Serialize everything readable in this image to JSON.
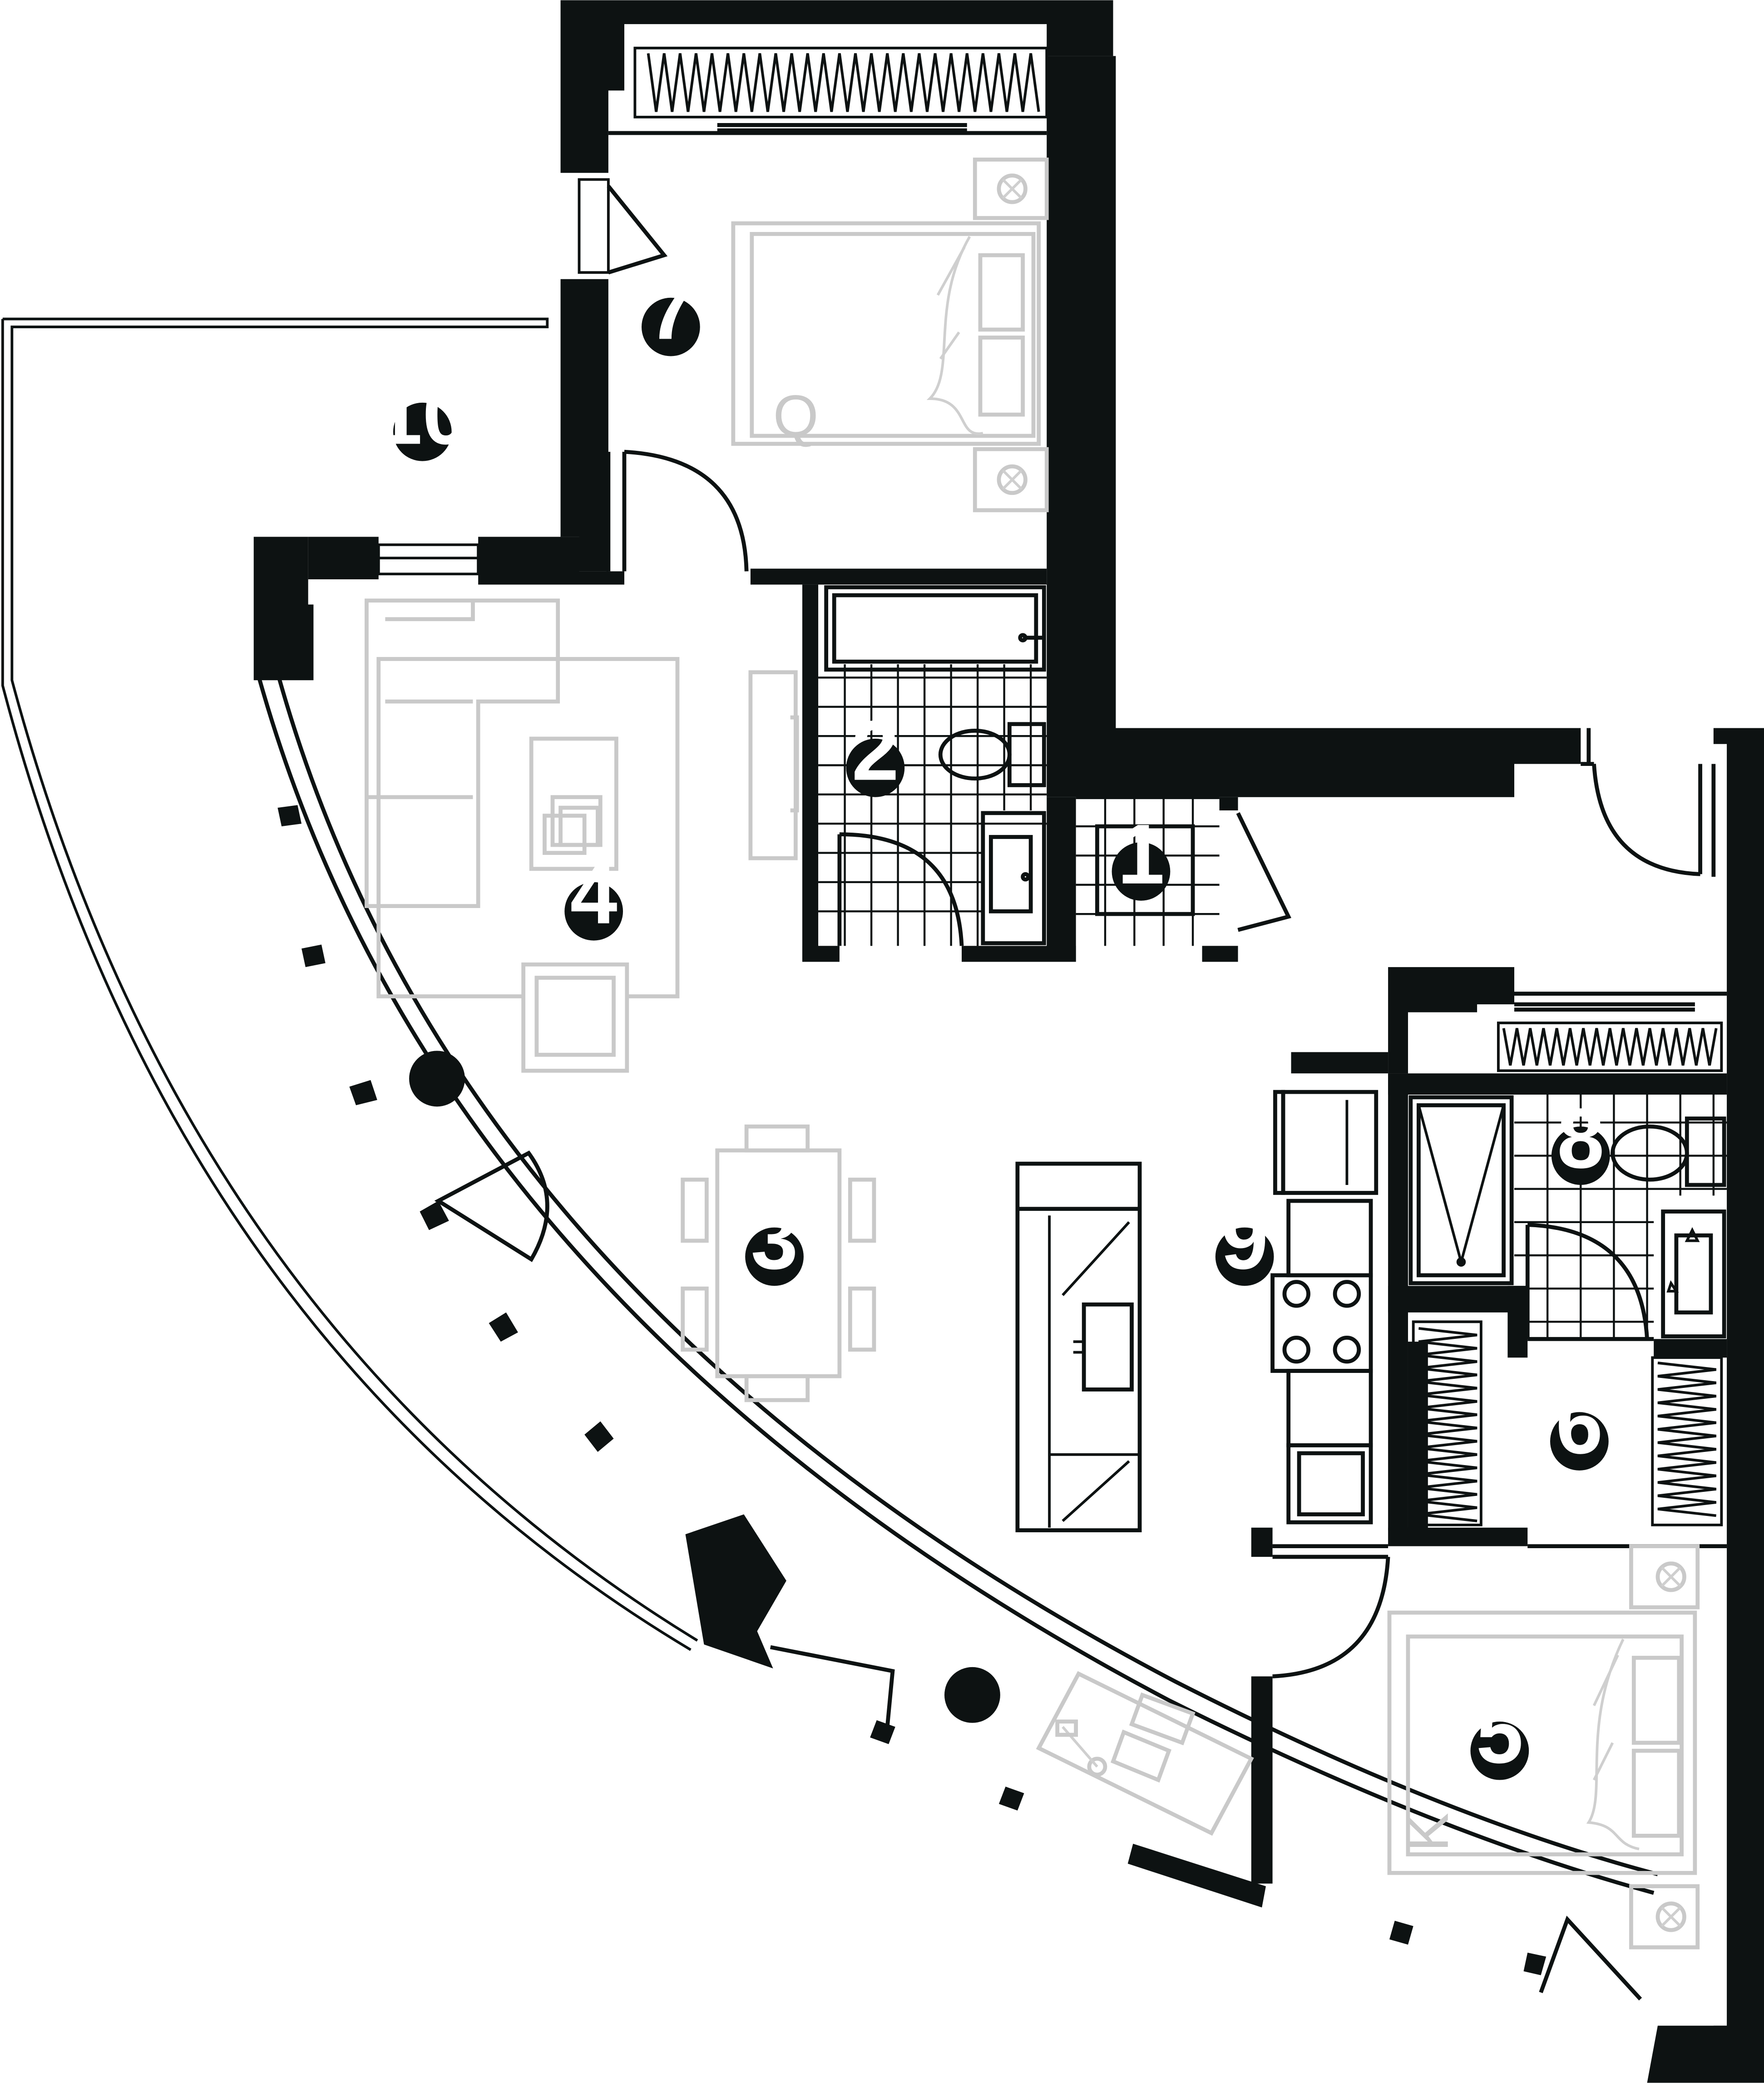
{
  "room_labels": [
    {
      "id": "1",
      "text": "1"
    },
    {
      "id": "2",
      "text": "2"
    },
    {
      "id": "3",
      "text": "3"
    },
    {
      "id": "4",
      "text": "4"
    },
    {
      "id": "5",
      "text": "5"
    },
    {
      "id": "6",
      "text": "6"
    },
    {
      "id": "7",
      "text": "7"
    },
    {
      "id": "8",
      "text": "8"
    },
    {
      "id": "9",
      "text": "9"
    },
    {
      "id": "10",
      "text": "10"
    }
  ],
  "bed_sizes": {
    "bedroom_7": "Q",
    "bedroom_5": "K"
  },
  "colors": {
    "wall": "#0d1212",
    "furniture": "#c9c9c9",
    "background": "#ffffff"
  }
}
